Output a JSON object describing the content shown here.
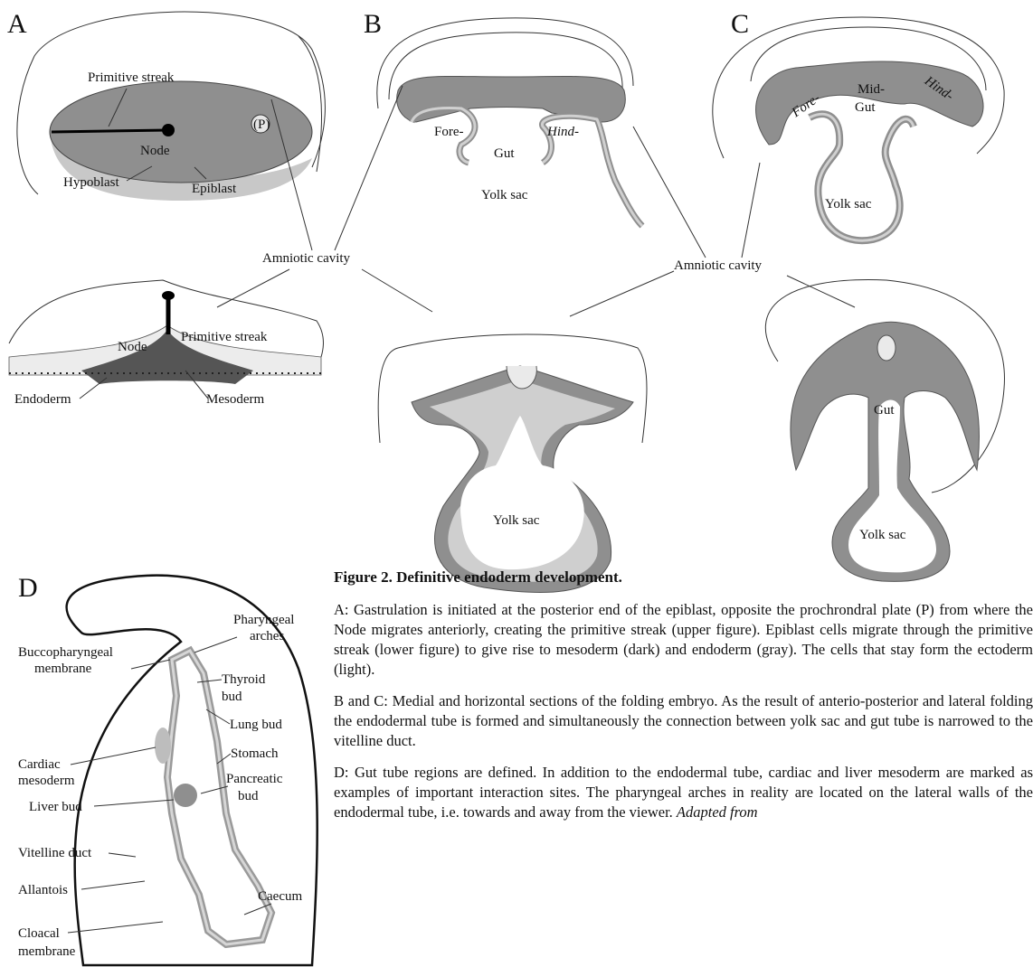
{
  "panels": {
    "A": {
      "letter": "A",
      "labels": [
        "Primitive streak",
        "Node",
        "(P)",
        "Hypoblast",
        "Epiblast"
      ]
    },
    "B": {
      "letter": "B",
      "labels": [
        "Fore-",
        "Gut",
        "Hind-",
        "Yolk sac"
      ]
    },
    "C": {
      "letter": "C",
      "labels": [
        "Fore-",
        "Mid-",
        "Gut",
        "Hind-",
        "Yolk sac"
      ]
    },
    "amniotic_left": "Amniotic cavity",
    "amniotic_right": "Amniotic cavity",
    "A_lower": {
      "labels": [
        "Node",
        "Primitive streak",
        "Endoderm",
        "Mesoderm"
      ]
    },
    "B_lower": {
      "labels": [
        "Yolk sac"
      ]
    },
    "C_lower": {
      "labels": [
        "Gut",
        "Yolk sac"
      ]
    },
    "D": {
      "letter": "D",
      "labels": [
        "Pharyngeal",
        "arches",
        "Buccopharyngeal",
        "membrane",
        "Thyroid",
        "bud",
        "Lung bud",
        "Stomach",
        "Cardiac",
        "mesoderm",
        "Pancreatic",
        "bud",
        "Liver bud",
        "Vitelline duct",
        "Allantois",
        "Caecum",
        "Cloacal",
        "membrane"
      ]
    }
  },
  "caption": {
    "title": "Figure 2. Definitive endoderm development.",
    "p1": "A: Gastrulation is initiated at the posterior end of the epiblast, opposite the prochrondral plate (P) from where the Node migrates anteriorly, creating the primitive streak (upper figure). Epiblast cells migrate through the primitive streak (lower figure) to give rise to mesoderm (dark) and endoderm (gray). The cells that stay form the ectoderm (light).",
    "p2": "B and C: Medial and horizontal sections of the folding embryo. As the result of anterio-posterior and lateral folding the endodermal tube is formed and simultaneously the connection between yolk sac and gut tube is narrowed to the vitelline duct.",
    "p3_main": "D: Gut tube regions are defined. In addition to the endodermal tube, cardiac and liver mesoderm are marked as examples of important interaction sites. The pharyngeal arches in reality are located on the lateral walls of the endodermal tube, i.e. towards and away from the viewer.",
    "p3_italic": "Adapted from"
  },
  "colors": {
    "dark": "#8a8a8a",
    "gray": "#c4c4c4",
    "light": "#e6e6e6",
    "line": "#333333"
  }
}
